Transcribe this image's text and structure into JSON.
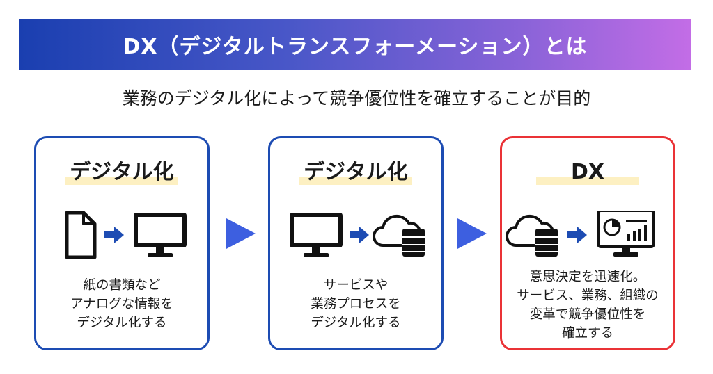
{
  "banner": {
    "title": "DX（デジタルトランスフォーメーション）とは"
  },
  "subtitle": "業務のデジタル化によって競争優位性を確立することが目的",
  "cards": [
    {
      "title": "デジタル化",
      "text": "紙の書類など\nアナログな情報を\nデジタル化する",
      "icons": [
        "document-icon",
        "arrow-right-icon",
        "monitor-icon"
      ]
    },
    {
      "title": "デジタル化",
      "text": "サービスや\n業務プロセスを\nデジタル化する",
      "icons": [
        "monitor-icon",
        "arrow-right-icon",
        "cloud-database-icon"
      ]
    },
    {
      "title": "DX",
      "text": "意思決定を迅速化。\nサービス、業務、組織の\n変革で競争優位性を\n確立する",
      "icons": [
        "cloud-database-icon",
        "arrow-right-icon",
        "analytics-dashboard-icon"
      ]
    }
  ],
  "colors": {
    "banner_gradient": [
      "#1a3fb0",
      "#c36de6"
    ],
    "card_border": "#1d4cb3",
    "highlight_border": "#ea3236",
    "step_arrow": "#3d5fe0",
    "small_arrow": "#1d4cb3",
    "title_highlight": "#fdf0c2"
  }
}
